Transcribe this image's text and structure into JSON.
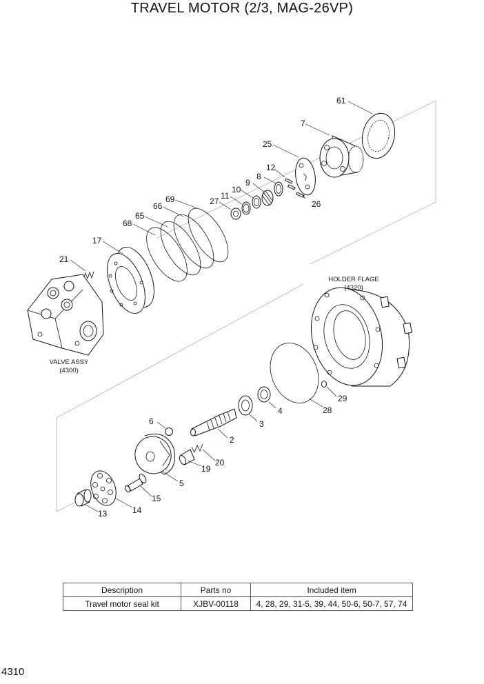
{
  "title": "TRAVEL MOTOR (2/3, MAG-26VP)",
  "page_number": "4310",
  "assemblies": {
    "valve_assy_name": "VALVE ASSY",
    "valve_assy_code": "(4300)",
    "holder_name": "HOLDER FLAGE",
    "holder_code": "(4320)"
  },
  "callouts": {
    "p61": "61",
    "p7": "7",
    "p25": "25",
    "p12": "12",
    "p8": "8",
    "p9": "9",
    "p10": "10",
    "p11": "11",
    "p27": "27",
    "p26": "26",
    "p69": "69",
    "p66": "66",
    "p65": "65",
    "p68": "68",
    "p17": "17",
    "p21": "21",
    "p29": "29",
    "p28": "28",
    "p4": "4",
    "p3": "3",
    "p6": "6",
    "p2": "2",
    "p20": "20",
    "p19": "19",
    "p5": "5",
    "p15": "15",
    "p14": "14",
    "p13": "13"
  },
  "table": {
    "headers": [
      "Description",
      "Parts no",
      "Included item"
    ],
    "rows": [
      [
        "Travel motor seal kit",
        "XJBV-00118",
        "4, 28, 29, 31-5, 39, 44, 50-6, 50-7, 57, 74"
      ]
    ]
  }
}
